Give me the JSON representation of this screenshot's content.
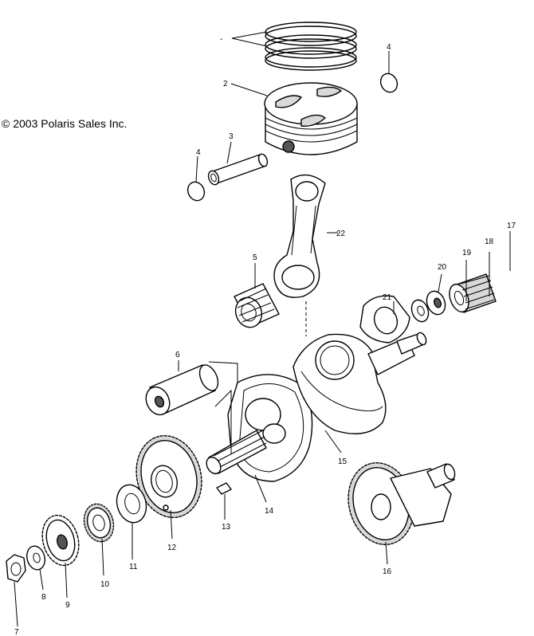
{
  "copyright": "© 2003 Polaris Sales Inc.",
  "callouts": [
    {
      "id": "c-rings",
      "text": "-"
    },
    {
      "id": "c-2",
      "text": "2"
    },
    {
      "id": "c-3",
      "text": "3"
    },
    {
      "id": "c-4a",
      "text": "4"
    },
    {
      "id": "c-4b",
      "text": "4"
    },
    {
      "id": "c-5",
      "text": "5"
    },
    {
      "id": "c-6",
      "text": "6"
    },
    {
      "id": "c-7",
      "text": "7"
    },
    {
      "id": "c-8",
      "text": "8"
    },
    {
      "id": "c-9",
      "text": "9"
    },
    {
      "id": "c-10",
      "text": "10"
    },
    {
      "id": "c-11",
      "text": "11"
    },
    {
      "id": "c-12",
      "text": "12"
    },
    {
      "id": "c-13",
      "text": "13"
    },
    {
      "id": "c-14",
      "text": "14"
    },
    {
      "id": "c-15",
      "text": "15"
    },
    {
      "id": "c-16",
      "text": "16"
    },
    {
      "id": "c-17",
      "text": "17"
    },
    {
      "id": "c-18",
      "text": "18"
    },
    {
      "id": "c-19",
      "text": "19"
    },
    {
      "id": "c-20",
      "text": "20"
    },
    {
      "id": "c-21",
      "text": "21"
    },
    {
      "id": "c-22",
      "text": "22"
    }
  ]
}
